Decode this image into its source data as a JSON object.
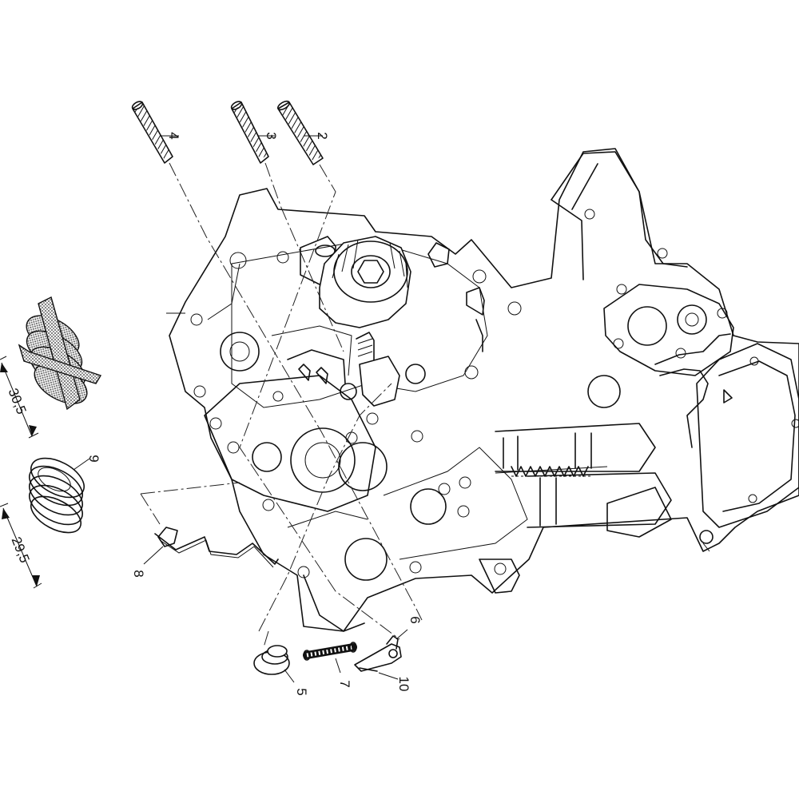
{
  "callouts": {
    "p2": "2",
    "p3": "3",
    "p4": "4",
    "p5": "5",
    "p6": "6",
    "p7": "7",
    "p8": "8",
    "p9": "9",
    "p10": "10"
  },
  "dimensions": {
    "old_spring": "30,5",
    "new_spring": "29,5"
  }
}
